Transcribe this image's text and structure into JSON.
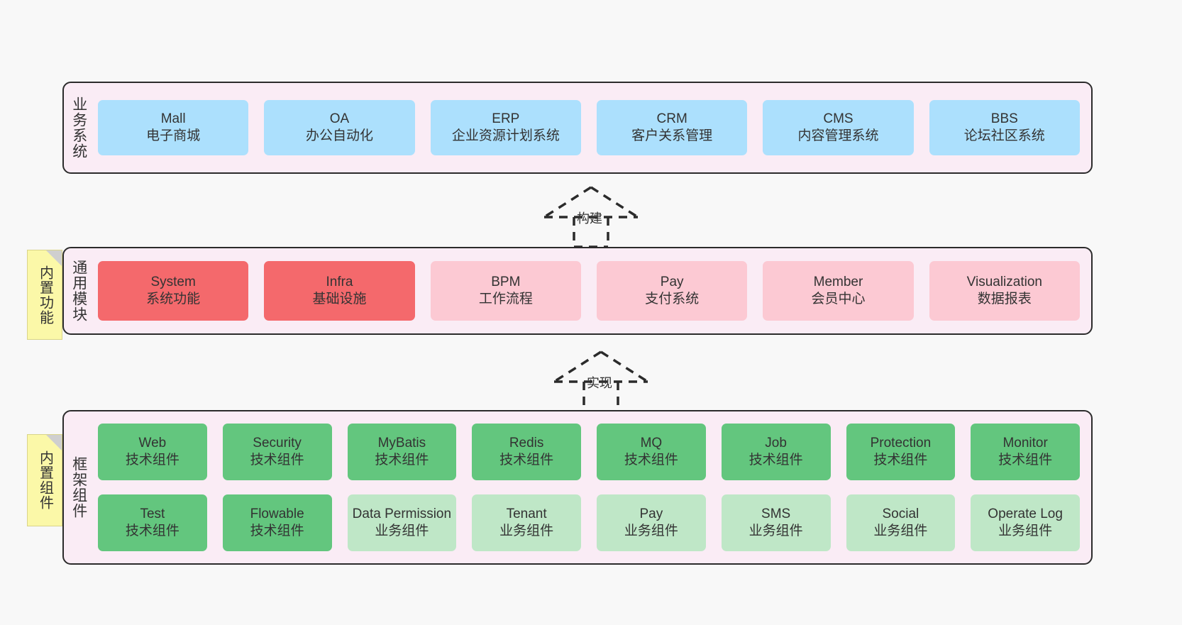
{
  "diagram": {
    "background": "#f8f8f8",
    "container_fill": "#faecf5",
    "container_border": "#2b2b2b",
    "colors": {
      "business": "#ace0fd",
      "module_core": "#f4696c",
      "module_plain": "#fcc9d3",
      "component_tech": "#63c67e",
      "component_biz": "#bfe7c7",
      "note": "#fbf8a8",
      "note_fold": "#cfcfcf"
    }
  },
  "layers": {
    "business": {
      "title": "业务系统",
      "cards": [
        {
          "en": "Mall",
          "cn": "电子商城"
        },
        {
          "en": "OA",
          "cn": "办公自动化"
        },
        {
          "en": "ERP",
          "cn": "企业资源计划系统"
        },
        {
          "en": "CRM",
          "cn": "客户关系管理"
        },
        {
          "en": "CMS",
          "cn": "内容管理系统"
        },
        {
          "en": "BBS",
          "cn": "论坛社区系统"
        }
      ]
    },
    "module": {
      "title": "通用模块",
      "note": "内置功能",
      "cards": [
        {
          "en": "System",
          "cn": "系统功能",
          "style": "core"
        },
        {
          "en": "Infra",
          "cn": "基础设施",
          "style": "core"
        },
        {
          "en": "BPM",
          "cn": "工作流程",
          "style": "plain"
        },
        {
          "en": "Pay",
          "cn": "支付系统",
          "style": "plain"
        },
        {
          "en": "Member",
          "cn": "会员中心",
          "style": "plain"
        },
        {
          "en": "Visualization",
          "cn": "数据报表",
          "style": "plain"
        }
      ]
    },
    "framework": {
      "title": "框架组件",
      "note": "内置组件",
      "row1": [
        {
          "en": "Web",
          "cn": "技术组件"
        },
        {
          "en": "Security",
          "cn": "技术组件"
        },
        {
          "en": "MyBatis",
          "cn": "技术组件"
        },
        {
          "en": "Redis",
          "cn": "技术组件"
        },
        {
          "en": "MQ",
          "cn": "技术组件"
        },
        {
          "en": "Job",
          "cn": "技术组件"
        },
        {
          "en": "Protection",
          "cn": "技术组件"
        },
        {
          "en": "Monitor",
          "cn": "技术组件"
        }
      ],
      "row2": [
        {
          "en": "Test",
          "cn": "技术组件",
          "style": "tech"
        },
        {
          "en": "Flowable",
          "cn": "技术组件",
          "style": "tech"
        },
        {
          "en": "Data Permission",
          "cn": "业务组件",
          "style": "biz",
          "wrap": true
        },
        {
          "en": "Tenant",
          "cn": "业务组件",
          "style": "biz"
        },
        {
          "en": "Pay",
          "cn": "业务组件",
          "style": "biz"
        },
        {
          "en": "SMS",
          "cn": "业务组件",
          "style": "biz"
        },
        {
          "en": "Social",
          "cn": "业务组件",
          "style": "biz"
        },
        {
          "en": "Operate Log",
          "cn": "业务组件",
          "style": "biz"
        }
      ]
    }
  },
  "connectors": [
    {
      "label": "构建"
    },
    {
      "label": "实现"
    }
  ]
}
